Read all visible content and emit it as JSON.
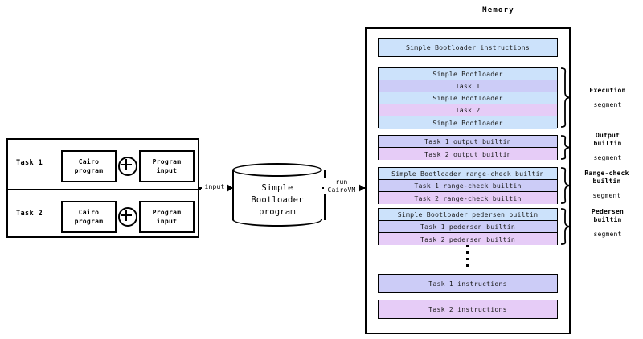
{
  "diagram": {
    "title": "Memory",
    "tasks_panel": {
      "tasks": [
        {
          "label": "Task 1",
          "program": "Cairo\nprogram",
          "program_line1": "Cairo",
          "program_line2": "program",
          "input_line1": "Program",
          "input_line2": "input",
          "operator": "plus-circle"
        },
        {
          "label": "Task 2",
          "program_line1": "Cairo",
          "program_line2": "program",
          "input_line1": "Program",
          "input_line2": "input",
          "operator": "plus-circle"
        }
      ]
    },
    "edges": [
      {
        "name": "input-edge",
        "label": "input"
      },
      {
        "name": "run-edge",
        "label_line1": "run",
        "label_line2": "CairoVM"
      }
    ],
    "cylinder": {
      "line1": "Simple",
      "line2": "Bootloader",
      "line3": "program"
    },
    "memory": {
      "standalone_top": {
        "text": "Simple Bootloader instructions",
        "color_key": "blue"
      },
      "groups": [
        {
          "name": "execution-segment",
          "rows": [
            {
              "text": "Simple Bootloader",
              "color_key": "blue"
            },
            {
              "text": "Task 1",
              "color_key": "peri"
            },
            {
              "text": "Simple Bootloader",
              "color_key": "blue"
            },
            {
              "text": "Task 2",
              "color_key": "pink"
            },
            {
              "text": "Simple Bootloader",
              "color_key": "blue"
            }
          ],
          "label_bold": [
            "Execution"
          ],
          "label_segment": "segment"
        },
        {
          "name": "output-builtin-segment",
          "rows": [
            {
              "text": "Task 1 output builtin",
              "color_key": "peri"
            },
            {
              "text": "Task 2 output builtin",
              "color_key": "pink"
            }
          ],
          "label_bold": [
            "Output",
            "builtin"
          ],
          "label_segment": "segment"
        },
        {
          "name": "range-check-builtin-segment",
          "rows": [
            {
              "text": "Simple Bootloader range-check builtin",
              "color_key": "blue"
            },
            {
              "text": "Task 1 range-check builtin",
              "color_key": "peri"
            },
            {
              "text": "Task 2 range-check builtin",
              "color_key": "pink"
            }
          ],
          "label_bold": [
            "Range-check",
            "builtin"
          ],
          "label_segment": "segment"
        },
        {
          "name": "pedersen-builtin-segment",
          "rows": [
            {
              "text": "Simple Bootloader pedersen builtin",
              "color_key": "blue"
            },
            {
              "text": "Task 1 pedersen builtin",
              "color_key": "peri"
            },
            {
              "text": "Task 2 pedersen builtin",
              "color_key": "pink"
            }
          ],
          "label_bold": [
            "Pedersen",
            "builtin"
          ],
          "label_segment": "segment"
        }
      ],
      "ellipsis": "vertical-dots",
      "standalone_bottom": [
        {
          "text": "Task 1 instructions",
          "color_key": "peri"
        },
        {
          "text": "Task 2 instructions",
          "color_key": "pink"
        }
      ]
    },
    "colors": {
      "blue": "#cce2fb",
      "peri": "#ccccf7",
      "pink": "#e6ccf7",
      "stroke": "#000000",
      "background": "#ffffff"
    }
  }
}
